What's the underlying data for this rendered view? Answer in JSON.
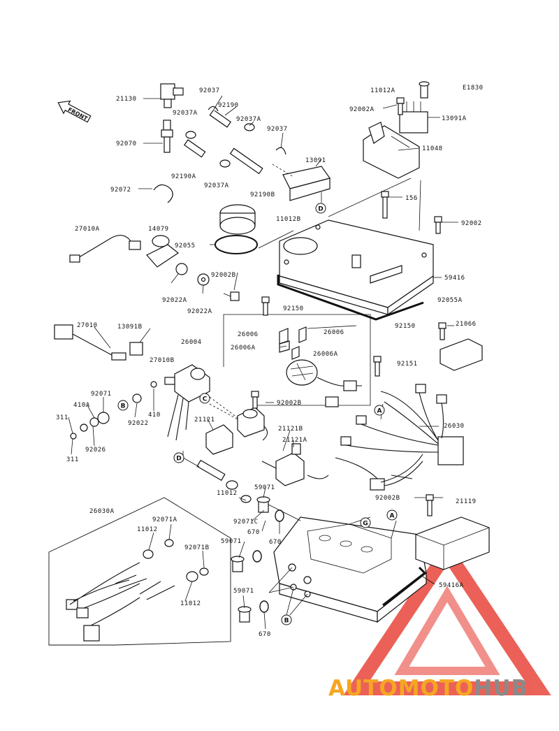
{
  "diagram": {
    "code": "E1830",
    "front_label": "FRONT",
    "labels": {
      "21130": "21130",
      "92037_top": "92037",
      "92190": "92190",
      "92037A_a": "92037A",
      "92037A_b": "92037A",
      "92037_b": "92037",
      "92070": "92070",
      "92190A": "92190A",
      "92037A_c": "92037A",
      "92190B": "92190B",
      "13091": "13091",
      "92072": "92072",
      "11012A": "11012A",
      "92002A": "92002A",
      "13091A": "13091A",
      "11048": "11048",
      "156": "156",
      "27010A": "27010A",
      "14079": "14079",
      "11012B": "11012B",
      "92002_r": "92002",
      "92055": "92055",
      "92002B_a": "92002B",
      "59416": "59416",
      "92022A_a": "92022A",
      "92022A_b": "92022A",
      "92055A": "92055A",
      "92150_a": "92150",
      "92150_b": "92150",
      "21066": "21066",
      "27010": "27010",
      "13091B": "13091B",
      "26006_a": "26006",
      "26006_b": "26006",
      "26004": "26004",
      "26006A_a": "26006A",
      "26006A_b": "26006A",
      "27010B": "27010B",
      "92151": "92151",
      "92071": "92071",
      "410A": "410A",
      "311_a": "311",
      "311_b": "311",
      "92022": "92022",
      "410": "410",
      "92026": "92026",
      "92002B_b": "92002B",
      "21121": "21121",
      "21121B": "21121B",
      "21121A": "21121A",
      "26030": "26030",
      "59071_a": "59071",
      "11012_a": "11012",
      "92002B_c": "92002B",
      "21119": "21119",
      "26030A": "26030A",
      "92071A": "92071A",
      "11012_b": "11012",
      "92071C": "92071C",
      "670_a": "670",
      "670_b": "670",
      "92071B": "92071B",
      "59071_b": "59071",
      "59416A": "59416A",
      "59071_c": "59071",
      "11012_c": "11012",
      "670_c": "670"
    },
    "refs": {
      "A1": "A",
      "A2": "A",
      "B1": "B",
      "B2": "B",
      "C1": "C",
      "D1": "D",
      "D2": "D",
      "G1": "G"
    }
  },
  "watermark": {
    "text_part1": "AUTOMOTO",
    "text_part2": "HUB",
    "color_orange": "#f5a623",
    "color_red": "#e8463c",
    "color_gray": "#8a8a8a"
  }
}
